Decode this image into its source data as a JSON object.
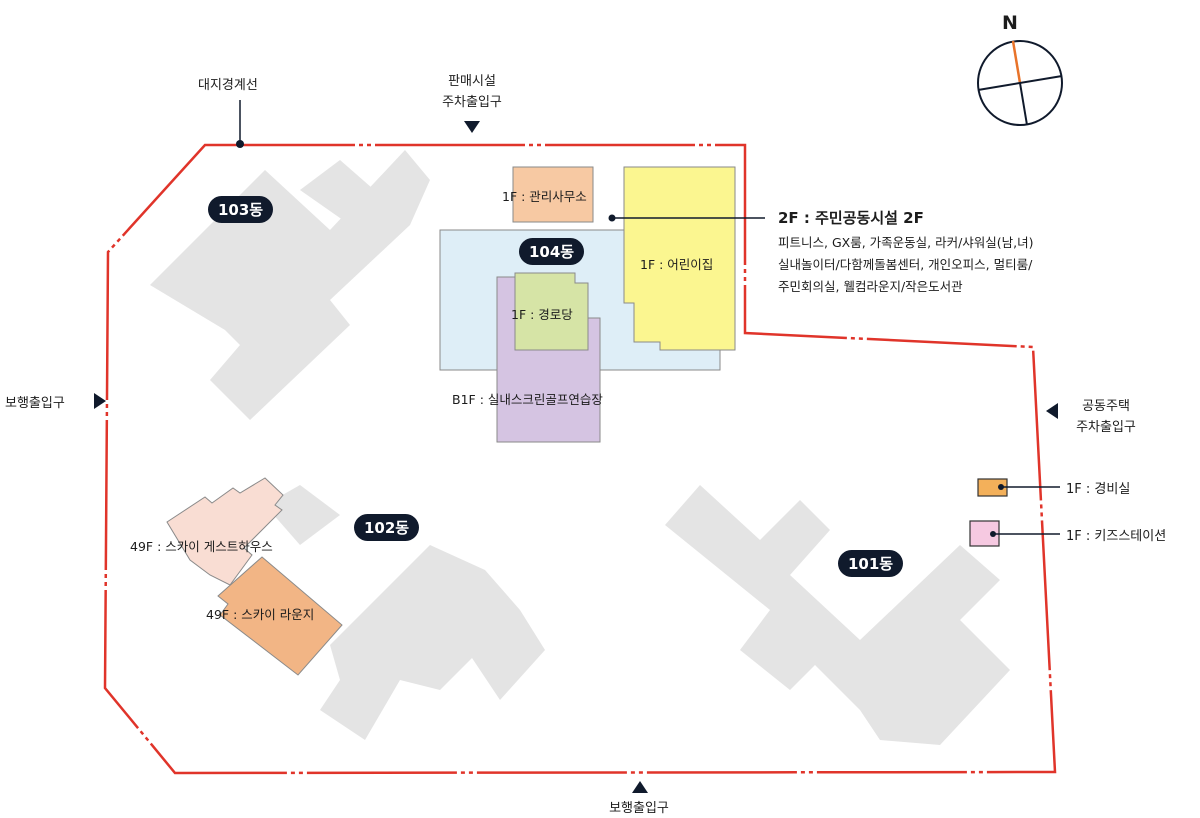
{
  "compass": {
    "north_label": "N",
    "north_color": "#e8732a"
  },
  "colors": {
    "boundary": "#e0342a",
    "building": "#e4e4e4",
    "b104_base": "#deeef7",
    "office": "#f7c9a3",
    "daycare": "#fbf690",
    "senior": "#d6e4a6",
    "golf": "#d5c4e2",
    "guesthouse": "#f9ddd3",
    "lounge": "#f2b585",
    "guard": "#f3b05a",
    "kids": "#f6c9e1",
    "badge_bg": "#101a2c"
  },
  "labels": {
    "boundary_line": "대지경계선",
    "commercial_parking_1": "판매시설",
    "commercial_parking_2": "주차출입구",
    "pedestrian_left": "보행출입구",
    "pedestrian_bottom": "보행출입구",
    "housing_parking_1": "공동주택",
    "housing_parking_2": "주차출입구"
  },
  "buildings": {
    "d101": "101동",
    "d102": "102동",
    "d103": "103동",
    "d104": "104동"
  },
  "facilities": {
    "office": "1F : 관리사무소",
    "daycare": "1F : 어린이집",
    "senior": "1F : 경로당",
    "golf": "B1F : 실내스크린골프연습장",
    "guesthouse": "49F : 스카이 게스트하우스",
    "lounge": "49F : 스카이 라운지",
    "guard": "1F : 경비실",
    "kids": "1F : 키즈스테이션"
  },
  "community": {
    "title": "2F : 주민공동시설 2F",
    "line1": "피트니스, GX룸, 가족운동실, 라커/샤워실(남,녀)",
    "line2": "실내놀이터/다함께돌봄센터, 개인오피스, 멀티룸/",
    "line3": "주민회의실, 웰컴라운지/작은도서관"
  }
}
